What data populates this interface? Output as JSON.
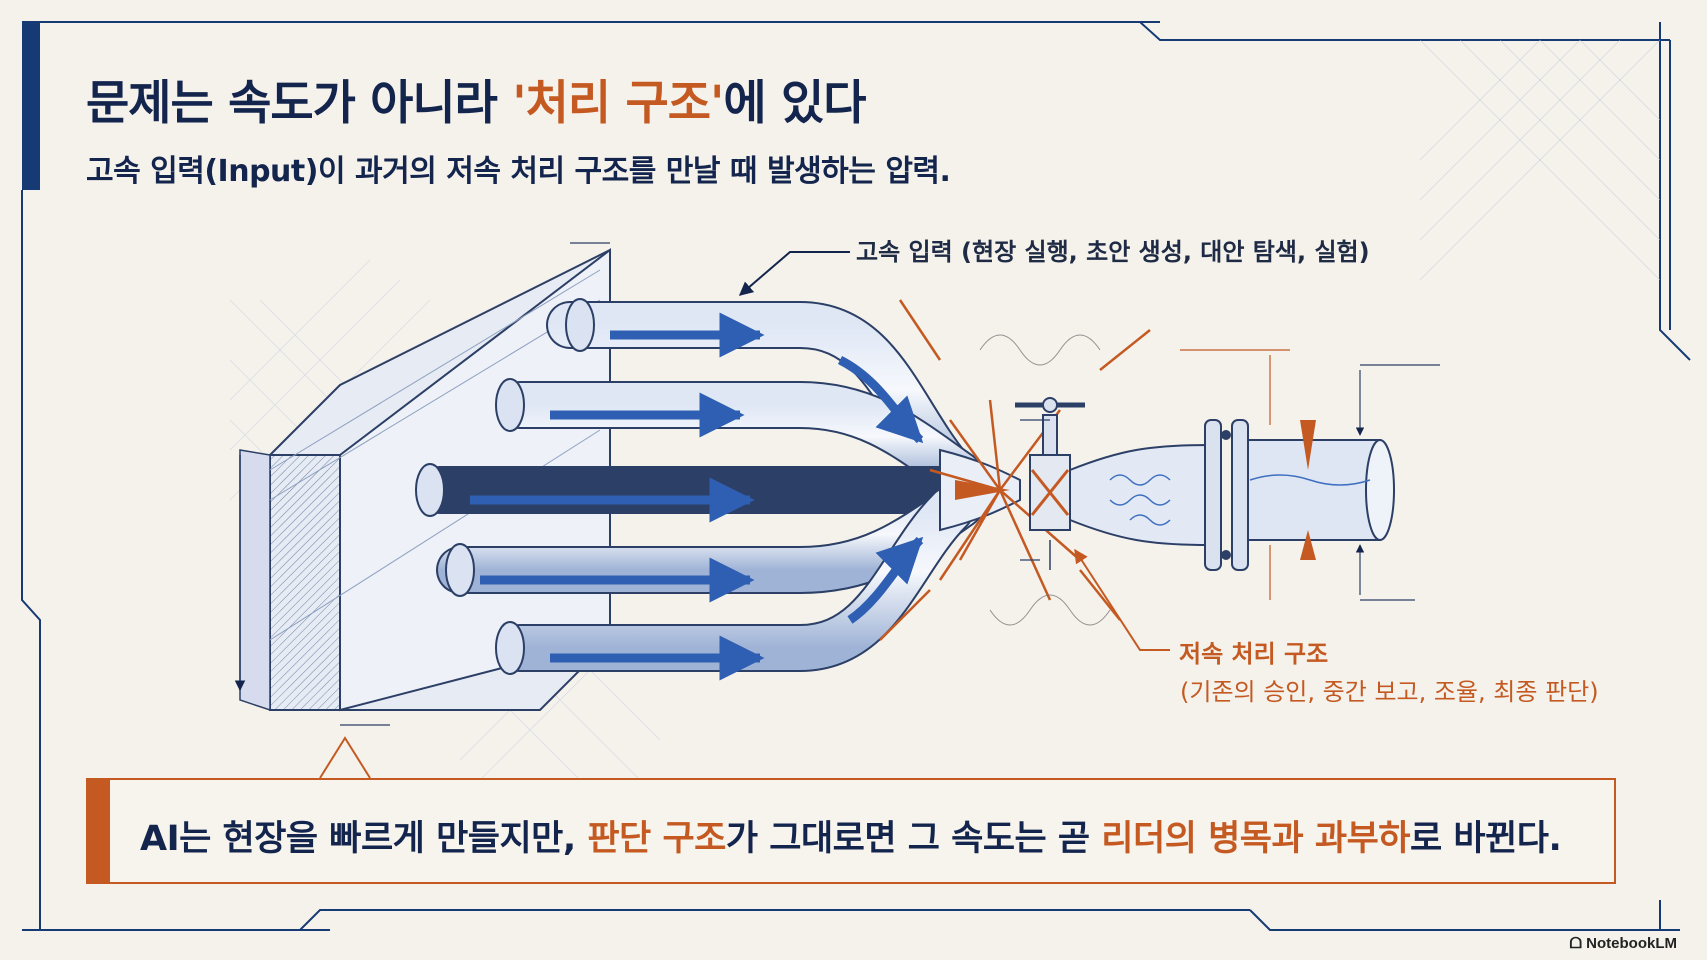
{
  "title": {
    "part1": "문제는 속도가 아니라 ",
    "accent": "'처리 구조'",
    "part2": "에 있다"
  },
  "subtitle": "고속 입력(Input)이 과거의 저속 처리 구조를 만날 때 발생하는 압력.",
  "callouts": {
    "high_speed_input": "고속 입력 (현장 실행, 초안 생성, 대안 탐색, 실험)",
    "slow_structure_title": "저속 처리 구조",
    "slow_structure_detail": "(기존의 승인, 중간 보고, 조율, 최종 판단)"
  },
  "summary": {
    "s1": "AI는 현장을 빠르게 만들지만, ",
    "h1": "판단 구조",
    "s2": "가 그대로면 그 속도는 곧 ",
    "h2": "리더의 병목과 과부하",
    "s3": "로 바뀐다."
  },
  "logo": "NotebookLM",
  "colors": {
    "navy": "#14254d",
    "accent_orange": "#c45a22",
    "pipe_blue": "#3d6fc0",
    "background": "#f5f2ec"
  }
}
